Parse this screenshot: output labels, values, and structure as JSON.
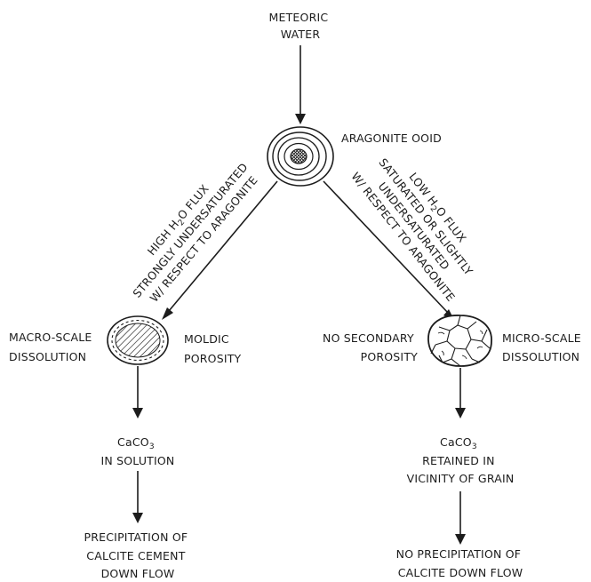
{
  "top": {
    "line1": "METEORIC",
    "line2": "WATER"
  },
  "ooid_label": "ARAGONITE OOID",
  "left_branch": {
    "line1_pre": "HIGH H",
    "line1_sub": "2",
    "line1_post": "O FLUX",
    "line2": "STRONGLY UNDERSATURATED",
    "line3": "W/ RESPECT TO ARAGONITE"
  },
  "right_branch": {
    "line1_pre": "LOW H",
    "line1_sub": "2",
    "line1_post": "O FLUX",
    "line2": "SATURATED OR SLIGHTLY",
    "line3": "UNDERSATURATED",
    "line4": "W/ RESPECT TO ARAGONITE"
  },
  "left_grain": {
    "left_label": {
      "line1": "MACRO-SCALE",
      "line2": "DISSOLUTION"
    },
    "right_label": {
      "line1": "MOLDIC",
      "line2": "POROSITY"
    }
  },
  "right_grain": {
    "left_label": {
      "line1": "NO SECONDARY",
      "line2": "POROSITY"
    },
    "right_label": {
      "line1": "MICRO-SCALE",
      "line2": "DISSOLUTION"
    }
  },
  "left_mid": {
    "line1_pre": "CaCO",
    "line1_sub": "3",
    "line2": "IN SOLUTION"
  },
  "right_mid": {
    "line1_pre": "CaCO",
    "line1_sub": "3",
    "line2": "RETAINED IN",
    "line3": "VICINITY OF GRAIN"
  },
  "left_bottom": {
    "line1": "PRECIPITATION OF",
    "line2": "CALCITE CEMENT",
    "line3": "DOWN FLOW"
  },
  "right_bottom": {
    "line1": "NO PRECIPITATION OF",
    "line2": "CALCITE DOWN FLOW"
  }
}
